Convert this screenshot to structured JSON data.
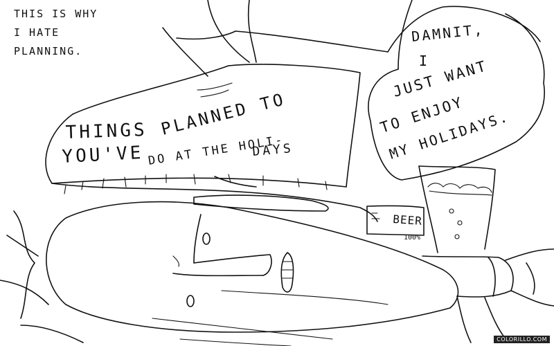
{
  "caption": {
    "line1": "THIS IS WHY",
    "line2": "I HATE",
    "line3": "PLANNING."
  },
  "pile": {
    "line1": "THINGS",
    "line2": "YOU'VE",
    "line3": "PLANNED TO",
    "line4": "DO AT THE HOLI-",
    "line5": "DAYS"
  },
  "speech": {
    "line1": "DAMNIT,",
    "line2": "I",
    "line3": "JUST WANT",
    "line4": "TO ENJOY",
    "line5": "MY HOLIDAYS."
  },
  "beer": {
    "label": "BEER",
    "percent": "100%"
  },
  "watermark": "COLORILLO.COM"
}
